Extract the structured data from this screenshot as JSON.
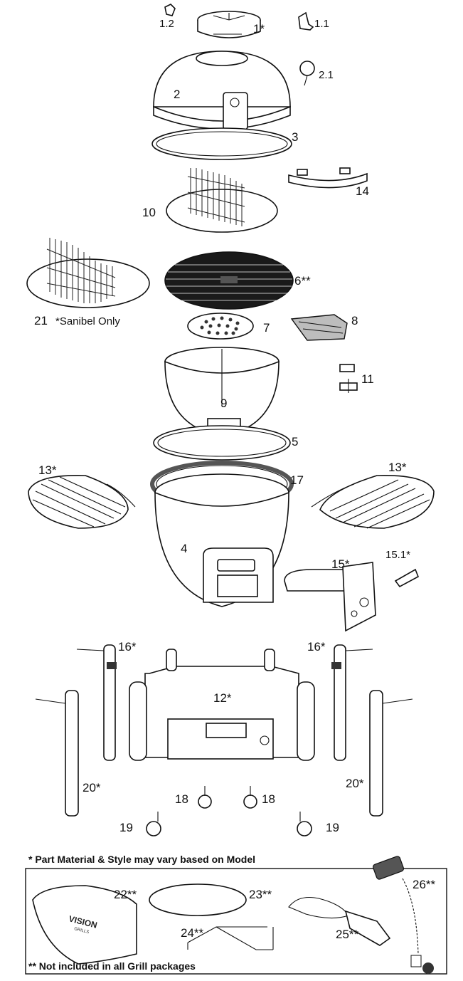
{
  "parts": [
    {
      "id": "1.2",
      "label": "1.2"
    },
    {
      "id": "1",
      "label": "1*"
    },
    {
      "id": "1.1",
      "label": "1.1"
    },
    {
      "id": "2.1",
      "label": "2.1"
    },
    {
      "id": "2",
      "label": "2"
    },
    {
      "id": "3",
      "label": "3"
    },
    {
      "id": "14",
      "label": "14"
    },
    {
      "id": "10",
      "label": "10"
    },
    {
      "id": "21",
      "label": "21"
    },
    {
      "id": "6",
      "label": "6**"
    },
    {
      "id": "7",
      "label": "7"
    },
    {
      "id": "8",
      "label": "8"
    },
    {
      "id": "11",
      "label": "11"
    },
    {
      "id": "9",
      "label": "9"
    },
    {
      "id": "5",
      "label": "5"
    },
    {
      "id": "17",
      "label": "17"
    },
    {
      "id": "13L",
      "label": "13*"
    },
    {
      "id": "13R",
      "label": "13*"
    },
    {
      "id": "4",
      "label": "4"
    },
    {
      "id": "15",
      "label": "15*"
    },
    {
      "id": "15.1",
      "label": "15.1*"
    },
    {
      "id": "16L",
      "label": "16*"
    },
    {
      "id": "16R",
      "label": "16*"
    },
    {
      "id": "12",
      "label": "12*"
    },
    {
      "id": "20L",
      "label": "20*"
    },
    {
      "id": "20R",
      "label": "20*"
    },
    {
      "id": "18L",
      "label": "18"
    },
    {
      "id": "18R",
      "label": "18"
    },
    {
      "id": "19L",
      "label": "19"
    },
    {
      "id": "19R",
      "label": "19"
    },
    {
      "id": "22",
      "label": "22**"
    },
    {
      "id": "23",
      "label": "23**"
    },
    {
      "id": "24",
      "label": "24**"
    },
    {
      "id": "25",
      "label": "25**"
    },
    {
      "id": "26",
      "label": "26**"
    }
  ],
  "sanibel_note": "*Sanibel Only",
  "material_note": "* Part Material & Style may vary based on Model",
  "package_note": "** Not included in all Grill packages",
  "cover_brand": "VISION",
  "cover_sub": "GRILLS"
}
